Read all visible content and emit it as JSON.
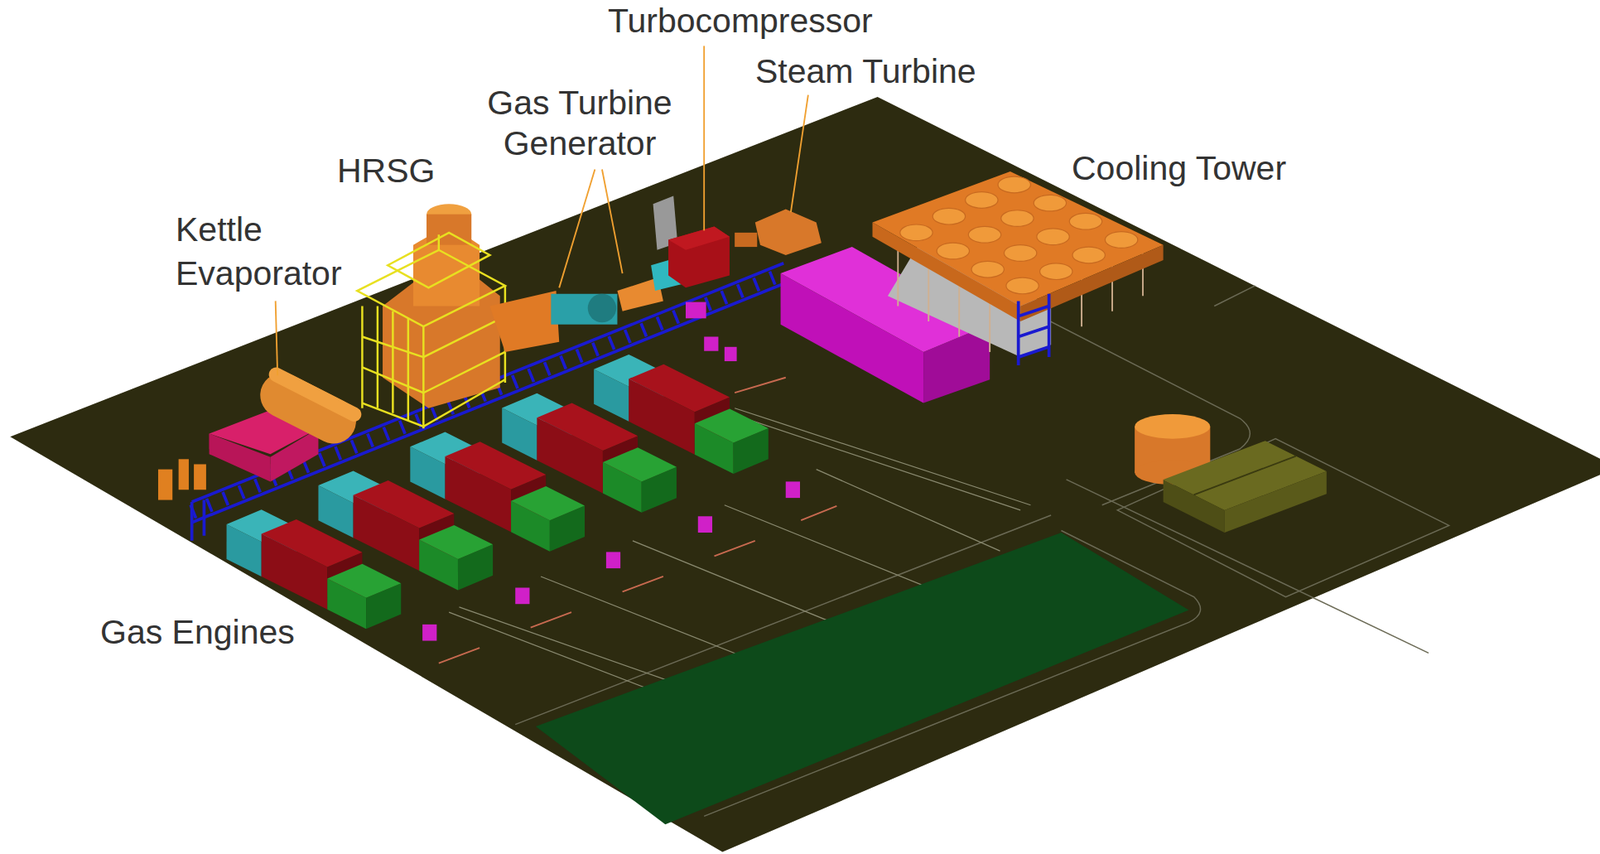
{
  "diagram": {
    "labels": [
      "Turbocompressor",
      "Steam Turbine",
      "Gas Turbine Generator",
      "HRSG",
      "Cooling Tower",
      "Kettle Evaporator",
      "Gas Engines"
    ]
  }
}
